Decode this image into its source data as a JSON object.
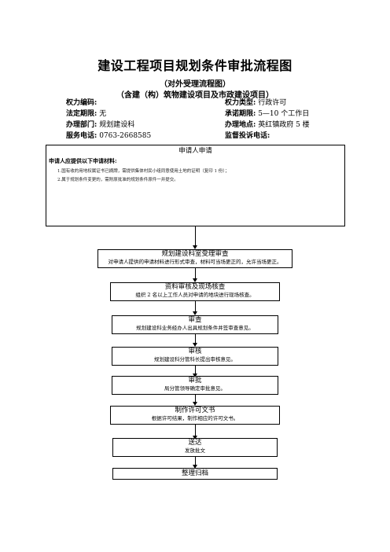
{
  "title": "建设工程项目规划条件审批流程图",
  "subtitle1": "（对外受理流程图）",
  "subtitle2": "（含建（构）筑物建设项目及市政建设项目）",
  "info": {
    "authority_code_label": "权力编码:",
    "authority_code_value": "",
    "authority_type_label": "权力类型:",
    "authority_type_value": "行政许可",
    "legal_deadline_label": "法定期限:",
    "legal_deadline_value": "无",
    "promised_deadline_label": "承诺期限:",
    "promised_deadline_value": "5—10 个工作日",
    "department_label": "办理部门:",
    "department_value": "规划建设科",
    "location_label": "办理地点:",
    "location_value": "英红镇政府 5 楼",
    "phone_label": "服务电话:",
    "phone_value": "0763-2668585",
    "complaint_label": "监督投诉电话:",
    "complaint_value": ""
  },
  "applicant_box": {
    "title": "申请人申请",
    "materials_header": "申请人应提供以下申请材料:",
    "materials": [
      "1.国有收的用地权属证书已摘牌，需提供集体村民小组同意使用土地的证明（复印 1 份）；",
      "2.属于规划条件变更的，需附原批准的规划条件原件一并提交。"
    ]
  },
  "steps": [
    {
      "title": "规划建设科室受理审查",
      "desc": "对申请人提供的申请材料进行形式审查，材料可当场更正的，允许当场更正。"
    },
    {
      "title": "资料审核及现场核查",
      "desc": "组织 2 名以上工作人员对申请的地块进行现场核查。"
    },
    {
      "title": "审查",
      "desc": "规划建设科业务经办人出具规划条件并签审查意见。"
    },
    {
      "title": "审核",
      "desc": "规划建设科分管科长提出审核意见。"
    },
    {
      "title": "审批",
      "desc": "局分管领导确定审批意见。"
    },
    {
      "title": "制作许可文书",
      "desc": "根据许可结果，制作相应的许可文书。"
    },
    {
      "title": "送达",
      "desc": "发放批文"
    },
    {
      "title": "整理归档",
      "desc": ""
    }
  ]
}
